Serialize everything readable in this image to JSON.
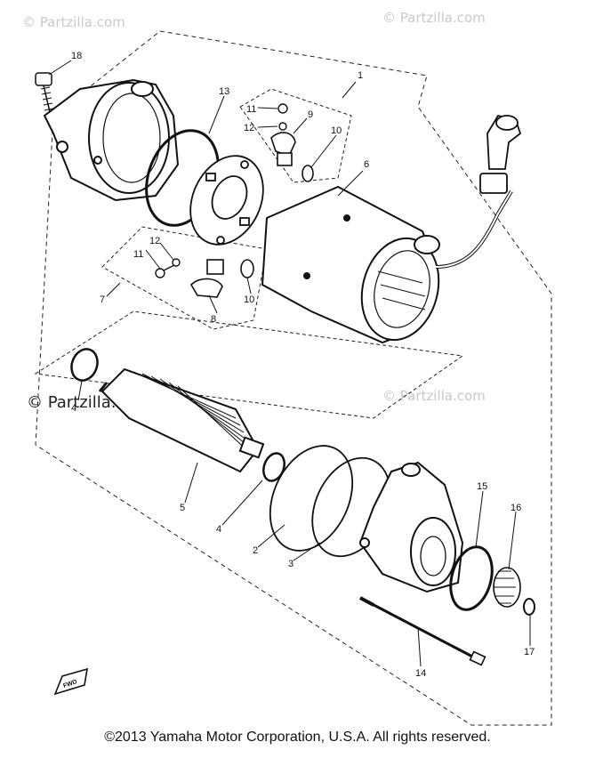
{
  "watermarks": {
    "top_left": "© Partzilla.com",
    "top_right": "© Partzilla.com",
    "mid_left": "© Partzilla.com",
    "mid_right": "© Partzilla.com"
  },
  "callouts": {
    "c1": "1",
    "c2": "2",
    "c3": "3",
    "c4a": "4",
    "c4b": "4",
    "c5": "5",
    "c6": "6",
    "c7": "7",
    "c8": "8",
    "c9": "9",
    "c10a": "10",
    "c10b": "10",
    "c11a": "11",
    "c11b": "11",
    "c12a": "12",
    "c12b": "12",
    "c13": "13",
    "c14": "14",
    "c15": "15",
    "c16": "16",
    "c17": "17",
    "c18": "18"
  },
  "fwd_label": "FWD",
  "copyright": "©2013 Yamaha Motor Corporation, U.S.A. All rights reserved."
}
